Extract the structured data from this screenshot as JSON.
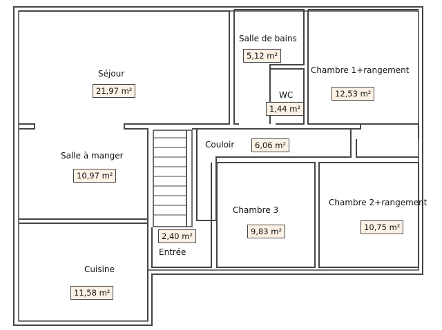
{
  "rooms": {
    "sejour": {
      "name": "Séjour",
      "area": "21,97 m²"
    },
    "salle_bains": {
      "name": "Salle de bains",
      "area": "5,12 m²"
    },
    "chambre1": {
      "name": "Chambre 1+rangement",
      "area": "12,53 m²"
    },
    "wc": {
      "name": "WC",
      "area": "1,44 m²"
    },
    "salle_manger": {
      "name": "Salle à manger",
      "area": "10,97 m²"
    },
    "couloir": {
      "name": "Couloir",
      "area": "6,06 m²"
    },
    "chambre3": {
      "name": "Chambre 3",
      "area": "9,83 m²"
    },
    "chambre2": {
      "name": "Chambre 2+rangement",
      "area": "10,75 m²"
    },
    "entree": {
      "name": "Entrée",
      "area": "2,40 m²"
    },
    "cuisine": {
      "name": "Cuisine",
      "area": "11,58 m²"
    }
  },
  "colors": {
    "wall": "#444444",
    "label_bg": "#fbf1e4"
  }
}
